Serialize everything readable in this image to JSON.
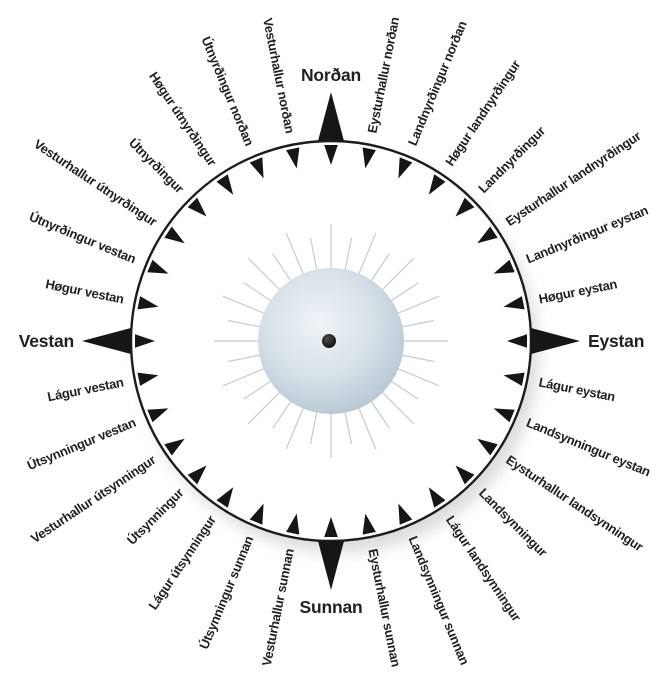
{
  "diagram": {
    "name": "Faroese wind directions compass rose",
    "points": 32
  },
  "colors": {
    "background": "#ffffff",
    "arrow": "#161616",
    "circle_stroke": "#1c1c1c",
    "ray": "#c7cbce",
    "text": "#231f20",
    "shadow": "#dcdddf",
    "sphere_inner": "#eff3f6",
    "sphere_mid": "#d7e1e8",
    "sphere_outer": "#b3c4d1",
    "center_dot": "#0a0a0a"
  },
  "directions": [
    {
      "bearing": 0,
      "label": "Norðan",
      "cardinal": true
    },
    {
      "bearing": 11.25,
      "label": "Eysturhallur norðan",
      "cardinal": false
    },
    {
      "bearing": 22.5,
      "label": "Landnyrðingur norðan",
      "cardinal": false
    },
    {
      "bearing": 33.75,
      "label": "Høgur landnyrðingur",
      "cardinal": false
    },
    {
      "bearing": 45,
      "label": "Landnyrðingur",
      "cardinal": false
    },
    {
      "bearing": 56.25,
      "label": "Eysturhallur landnyrðingur",
      "cardinal": false
    },
    {
      "bearing": 67.5,
      "label": "Landnyrðingur eystan",
      "cardinal": false
    },
    {
      "bearing": 78.75,
      "label": "Høgur eystan",
      "cardinal": false
    },
    {
      "bearing": 90,
      "label": "Eystan",
      "cardinal": true
    },
    {
      "bearing": 101.25,
      "label": "Lágur eystan",
      "cardinal": false
    },
    {
      "bearing": 112.5,
      "label": "Landsynningur eystan",
      "cardinal": false
    },
    {
      "bearing": 123.75,
      "label": "Eysturhallur landsynningur",
      "cardinal": false
    },
    {
      "bearing": 135,
      "label": "Landsynningur",
      "cardinal": false
    },
    {
      "bearing": 146.25,
      "label": "Lágur landsynningur",
      "cardinal": false
    },
    {
      "bearing": 157.5,
      "label": "Landsynningur sunnan",
      "cardinal": false
    },
    {
      "bearing": 168.75,
      "label": "Eysturhallur sunnan",
      "cardinal": false
    },
    {
      "bearing": 180,
      "label": "Sunnan",
      "cardinal": true
    },
    {
      "bearing": 191.25,
      "label": "Vesturhallur sunnan",
      "cardinal": false
    },
    {
      "bearing": 202.5,
      "label": "Útsynningur sunnan",
      "cardinal": false
    },
    {
      "bearing": 213.75,
      "label": "Lágur útsynningur",
      "cardinal": false
    },
    {
      "bearing": 225,
      "label": "Útsynningur",
      "cardinal": false
    },
    {
      "bearing": 236.25,
      "label": "Vesturhallur útsynningur",
      "cardinal": false
    },
    {
      "bearing": 247.5,
      "label": "Útsynningur vestan",
      "cardinal": false
    },
    {
      "bearing": 258.75,
      "label": "Lágur vestan",
      "cardinal": false
    },
    {
      "bearing": 270,
      "label": "Vestan",
      "cardinal": true
    },
    {
      "bearing": 281.25,
      "label": "Høgur vestan",
      "cardinal": false
    },
    {
      "bearing": 292.5,
      "label": "Útnyrðingur vestan",
      "cardinal": false
    },
    {
      "bearing": 303.75,
      "label": "Vesturhallur útnyrðingur",
      "cardinal": false
    },
    {
      "bearing": 315,
      "label": "Útnyrðingur",
      "cardinal": false
    },
    {
      "bearing": 326.25,
      "label": "Høgur útnyrðingur",
      "cardinal": false
    },
    {
      "bearing": 337.5,
      "label": "Útnyrðingur norðan",
      "cardinal": false
    },
    {
      "bearing": 348.75,
      "label": "Vesturhallur norðan",
      "cardinal": false
    }
  ]
}
